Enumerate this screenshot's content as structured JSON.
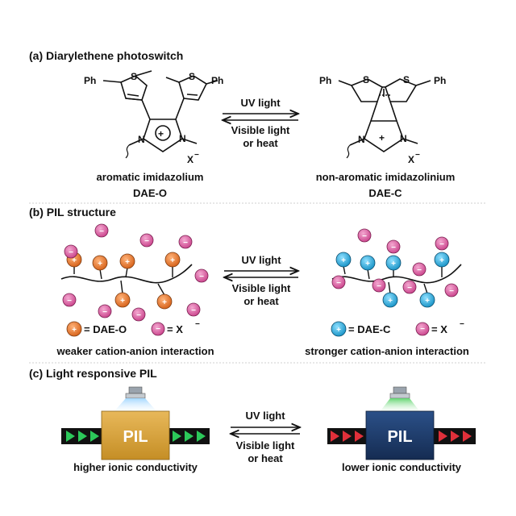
{
  "sections": {
    "a": {
      "heading": "(a)  Diarylethene photoswitch",
      "left": {
        "desc": "aromatic imidazolium",
        "name": "DAE-O"
      },
      "right": {
        "desc": "non-aromatic imidazolinium",
        "name": "DAE-C"
      },
      "forward": "UV light",
      "backward_1": "Visible light",
      "backward_2": "or heat",
      "atoms": {
        "ph": "Ph",
        "s": "S",
        "n": "N",
        "xminus": "X",
        "minus_sup": "−",
        "plus": "+"
      }
    },
    "b": {
      "heading": "(b)  PIL structure",
      "forward": "UV light",
      "backward_1": "Visible light",
      "backward_2": "or heat",
      "legend_left_cation": "= DAE-O",
      "legend_left_anion": "= X",
      "legend_right_cation": "= DAE-C",
      "legend_right_anion": "= X",
      "minus_sup": "−",
      "caption_left": "weaker cation-anion interaction",
      "caption_right": "stronger cation-anion interaction"
    },
    "c": {
      "heading": "(c)  Light responsive PIL",
      "block_left": "PIL",
      "block_right": "PIL",
      "forward": "UV light",
      "backward_1": "Visible light",
      "backward_2": "or heat",
      "caption_left": "higher ionic conductivity",
      "caption_right": "lower ionic conductivity"
    }
  },
  "colors": {
    "cation_open": "#e2742a",
    "cation_closed": "#2aa6d6",
    "anion": "#d8529a",
    "pil_open": "#d9a33a",
    "pil_closed": "#1f3f6e",
    "arrow_green": "#2cc85a",
    "arrow_red": "#e0303a",
    "divider": "#cfcfcf"
  }
}
